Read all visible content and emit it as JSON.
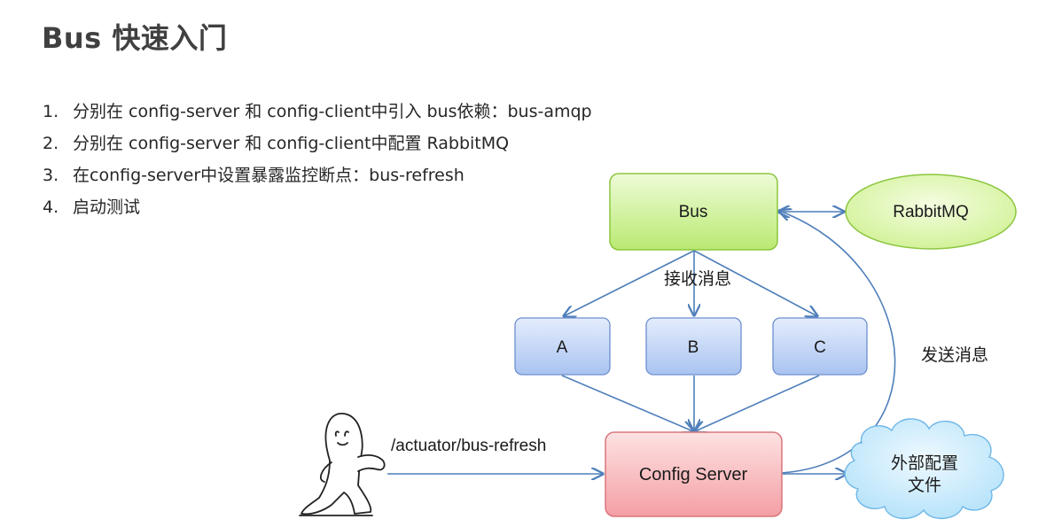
{
  "slide": {
    "title": "Bus 快速入门",
    "steps": [
      {
        "num": "1.",
        "text": "分别在 config-server 和 config-client中引入 bus依赖：bus-amqp"
      },
      {
        "num": "2.",
        "text": "分别在 config-server 和 config-client中配置 RabbitMQ"
      },
      {
        "num": "3.",
        "text": "在config-server中设置暴露监控断点：bus-refresh"
      },
      {
        "num": "4.",
        "text": "启动测试"
      }
    ]
  },
  "diagram": {
    "nodes": {
      "bus": "Bus",
      "rabbitmq": "RabbitMQ",
      "a": "A",
      "b": "B",
      "c": "C",
      "config_server": "Config Server",
      "config_file_line1": "外部配置",
      "config_file_line2": "文件"
    },
    "labels": {
      "receive": "接收消息",
      "send": "发送消息",
      "endpoint": "/actuator/bus-refresh"
    },
    "colors": {
      "bus_fill": "#c6ef8e",
      "node_fill": "#b7cdf3",
      "server_fill": "#f7b3b6",
      "rabbitmq_fill": "#dcf5a8",
      "cloud_fill": "#c4e9fb",
      "arrow": "#4f7fba"
    }
  }
}
